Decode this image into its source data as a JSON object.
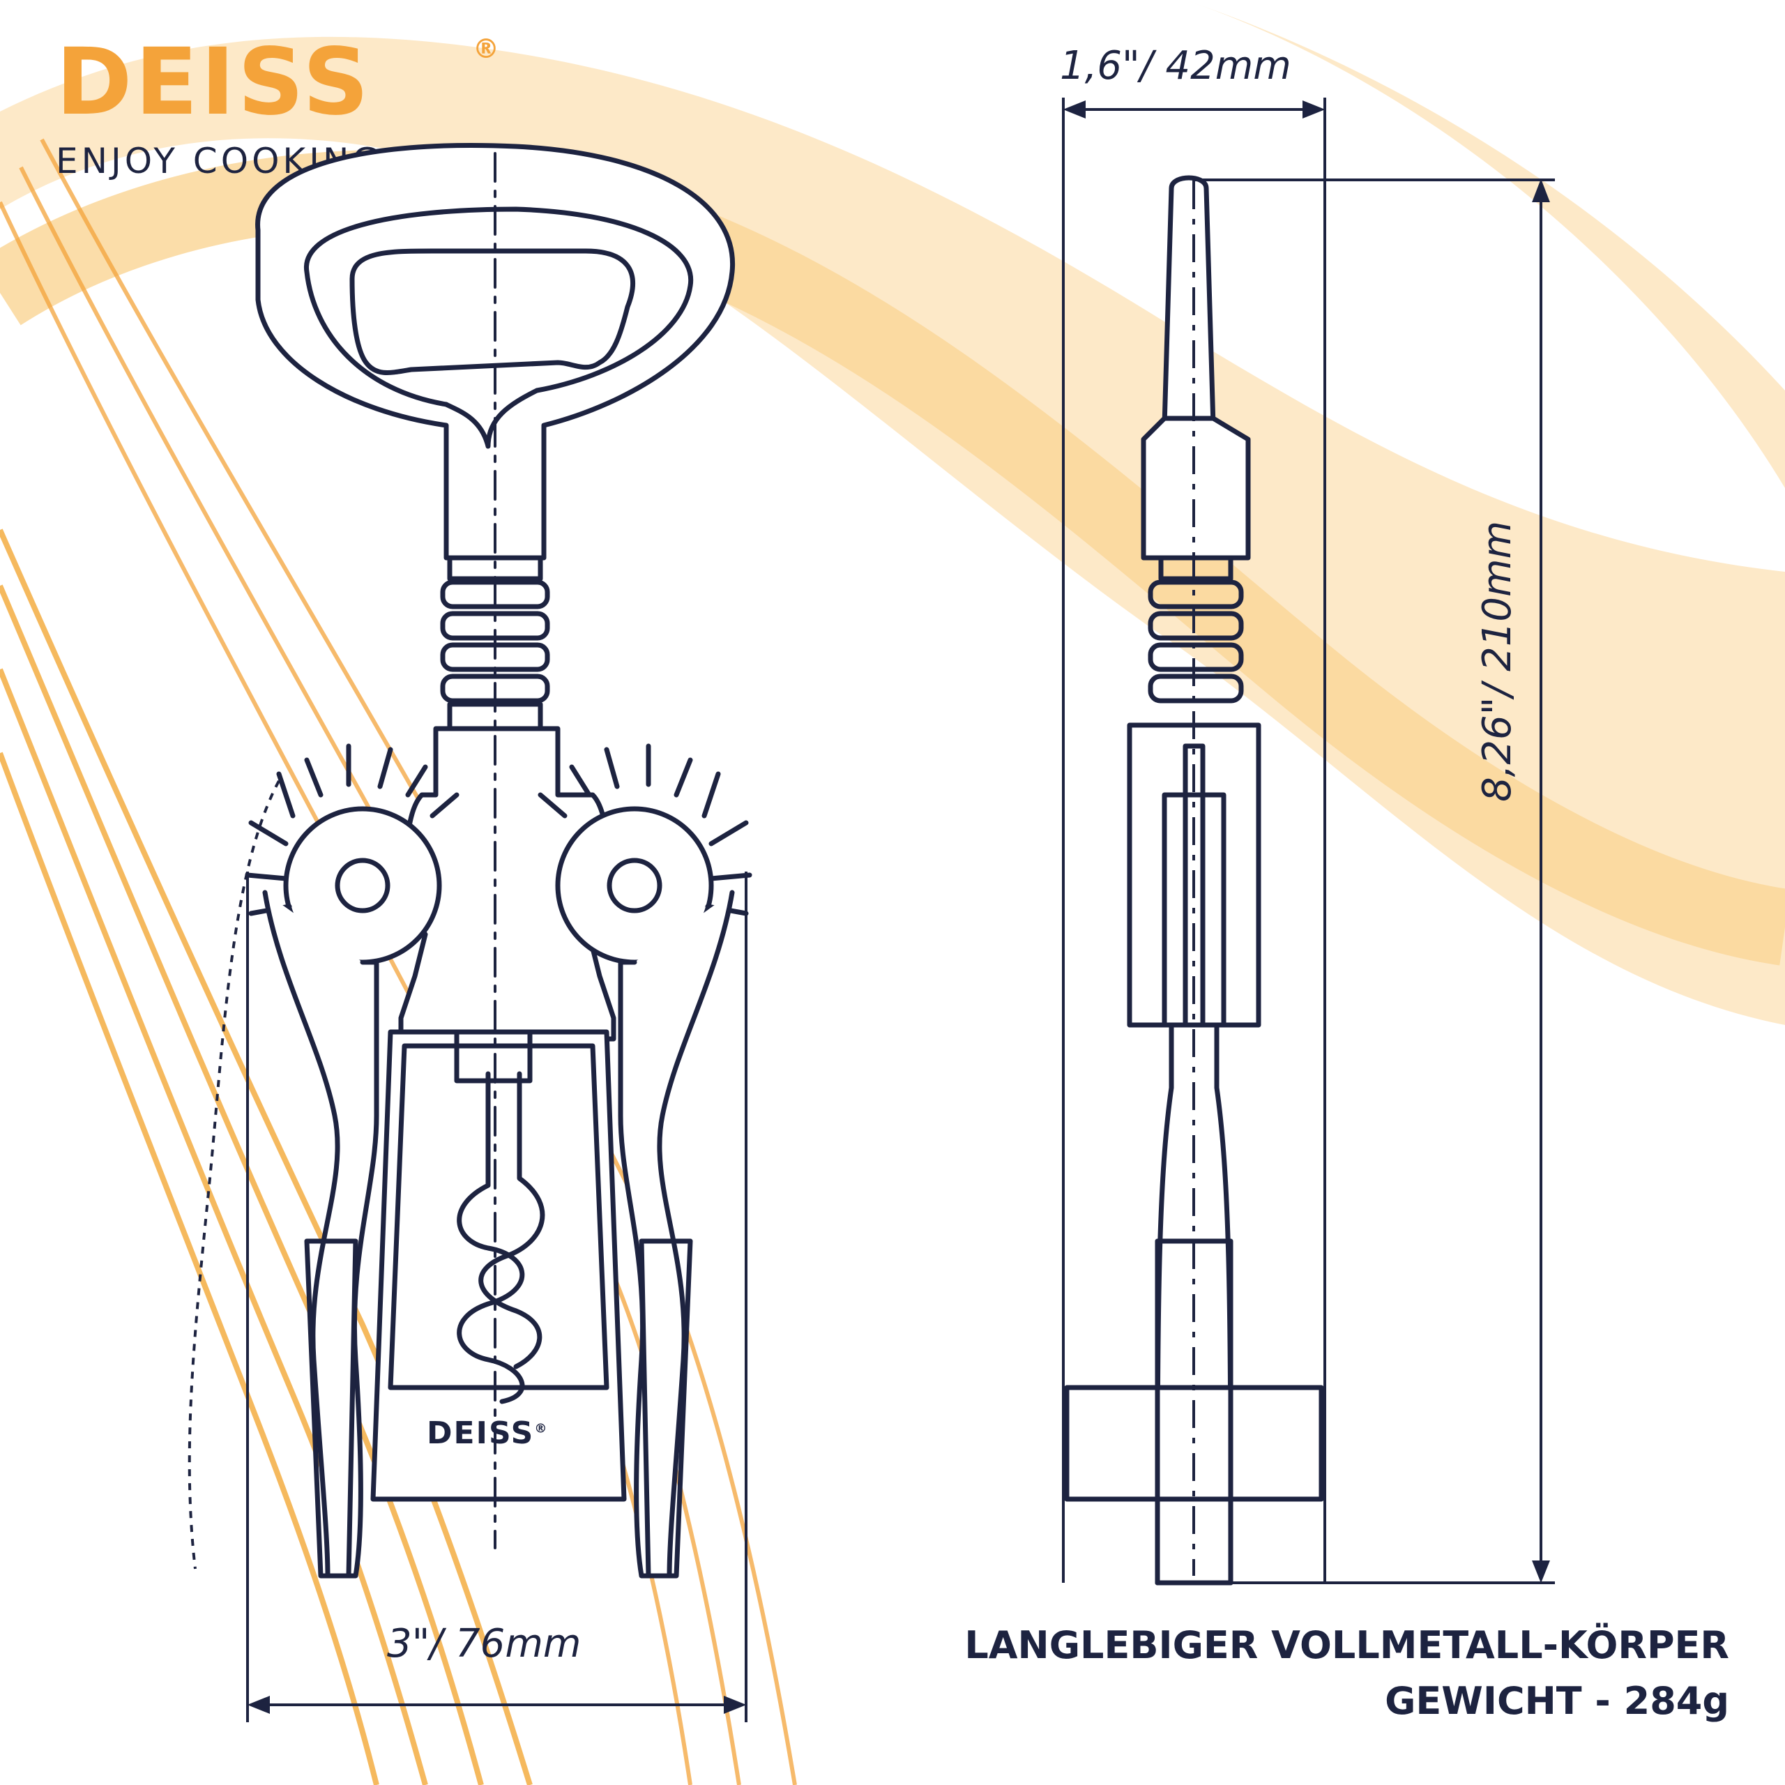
{
  "brand": {
    "name": "DEISS",
    "registered_mark": "®",
    "tagline": "ENJOY COOKING"
  },
  "dimensions": {
    "width_label": "1,6\"/ 42mm",
    "height_label": "8,26\"/ 210mm",
    "front_width_label": "3\"/ 76mm"
  },
  "product_mark": "DEISS",
  "product_mark_reg": "®",
  "features": {
    "line1": "LANGLEBIGER VOLLMETALL-KÖRPER",
    "line2": "GEWICHT - 284g"
  },
  "colors": {
    "accent": "#f4a33a",
    "accent_light": "#fad79a",
    "ink": "#1d2340"
  },
  "icons": [
    "corkscrew-front-drawing",
    "corkscrew-side-drawing"
  ]
}
